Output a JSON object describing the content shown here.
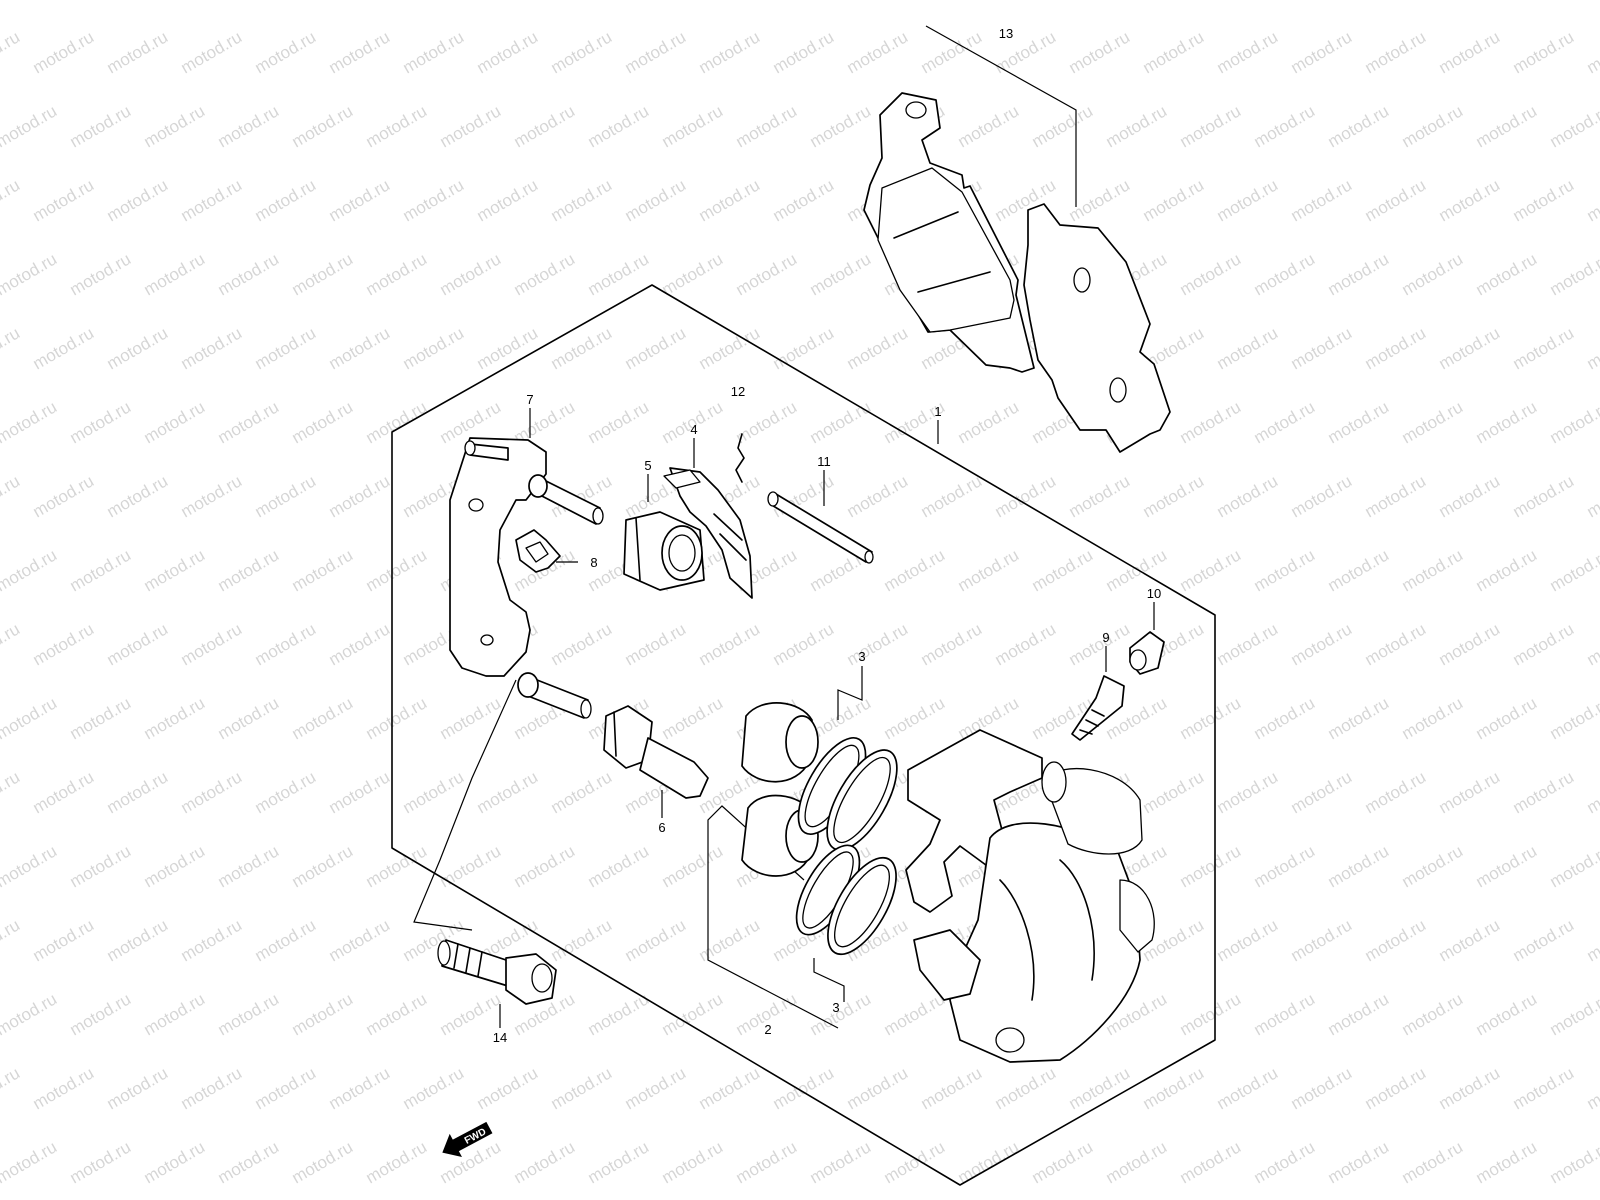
{
  "watermark": "motod.ru",
  "fwd_label": "FWD",
  "callouts": {
    "c1": "1",
    "c2": "2",
    "c3a": "3",
    "c3b": "3",
    "c4": "4",
    "c5": "5",
    "c6": "6",
    "c7": "7",
    "c8": "8",
    "c9": "9",
    "c10": "10",
    "c11": "11",
    "c12": "12",
    "c13": "13",
    "c14": "14"
  }
}
